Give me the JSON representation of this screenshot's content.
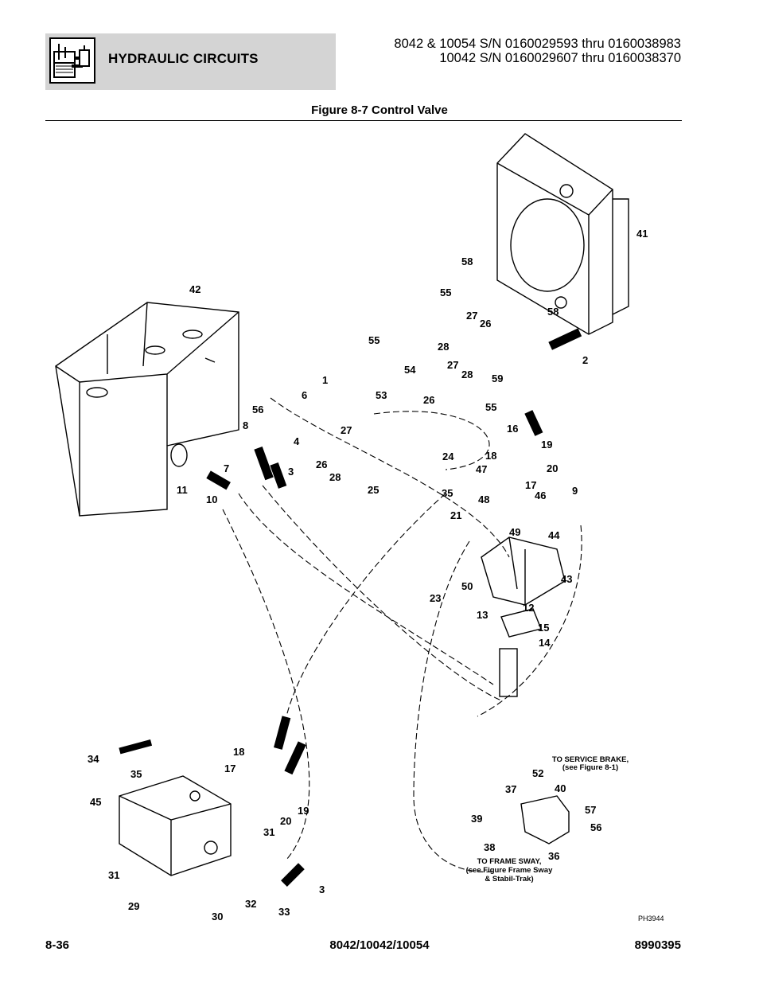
{
  "header": {
    "section_title": "HYDRAULIC CIRCUITS",
    "serial_line_1": "8042 & 10054 S/N 0160029593 thru 0160038983",
    "serial_line_2": "10042 S/N 0160029607 thru 0160038370",
    "icon": "hydraulic-circuit-icon"
  },
  "figure": {
    "title": "Figure 8-7 Control Valve",
    "code": "PH3944",
    "callouts": [
      "1",
      "2",
      "3",
      "3",
      "4",
      "6",
      "7",
      "8",
      "9",
      "10",
      "11",
      "12",
      "13",
      "14",
      "15",
      "16",
      "17",
      "17",
      "18",
      "18",
      "19",
      "19",
      "20",
      "20",
      "21",
      "23",
      "24",
      "25",
      "26",
      "26",
      "26",
      "27",
      "27",
      "27",
      "28",
      "28",
      "28",
      "29",
      "30",
      "31",
      "31",
      "32",
      "33",
      "34",
      "35",
      "35",
      "36",
      "37",
      "38",
      "39",
      "40",
      "41",
      "42",
      "43",
      "44",
      "45",
      "46",
      "47",
      "48",
      "49",
      "50",
      "52",
      "53",
      "54",
      "55",
      "55",
      "55",
      "56",
      "56",
      "57",
      "58",
      "58",
      "59"
    ],
    "notes": {
      "service_brake_1": "TO SERVICE BRAKE,",
      "service_brake_2": "(see Figure 8-1)",
      "frame_sway_1": "TO FRAME SWAY,",
      "frame_sway_2": "(see Figure Frame Sway",
      "frame_sway_3": "& Stabil-Trak)"
    }
  },
  "footer": {
    "page_number": "8-36",
    "models": "8042/10042/10054",
    "part_number": "8990395"
  }
}
